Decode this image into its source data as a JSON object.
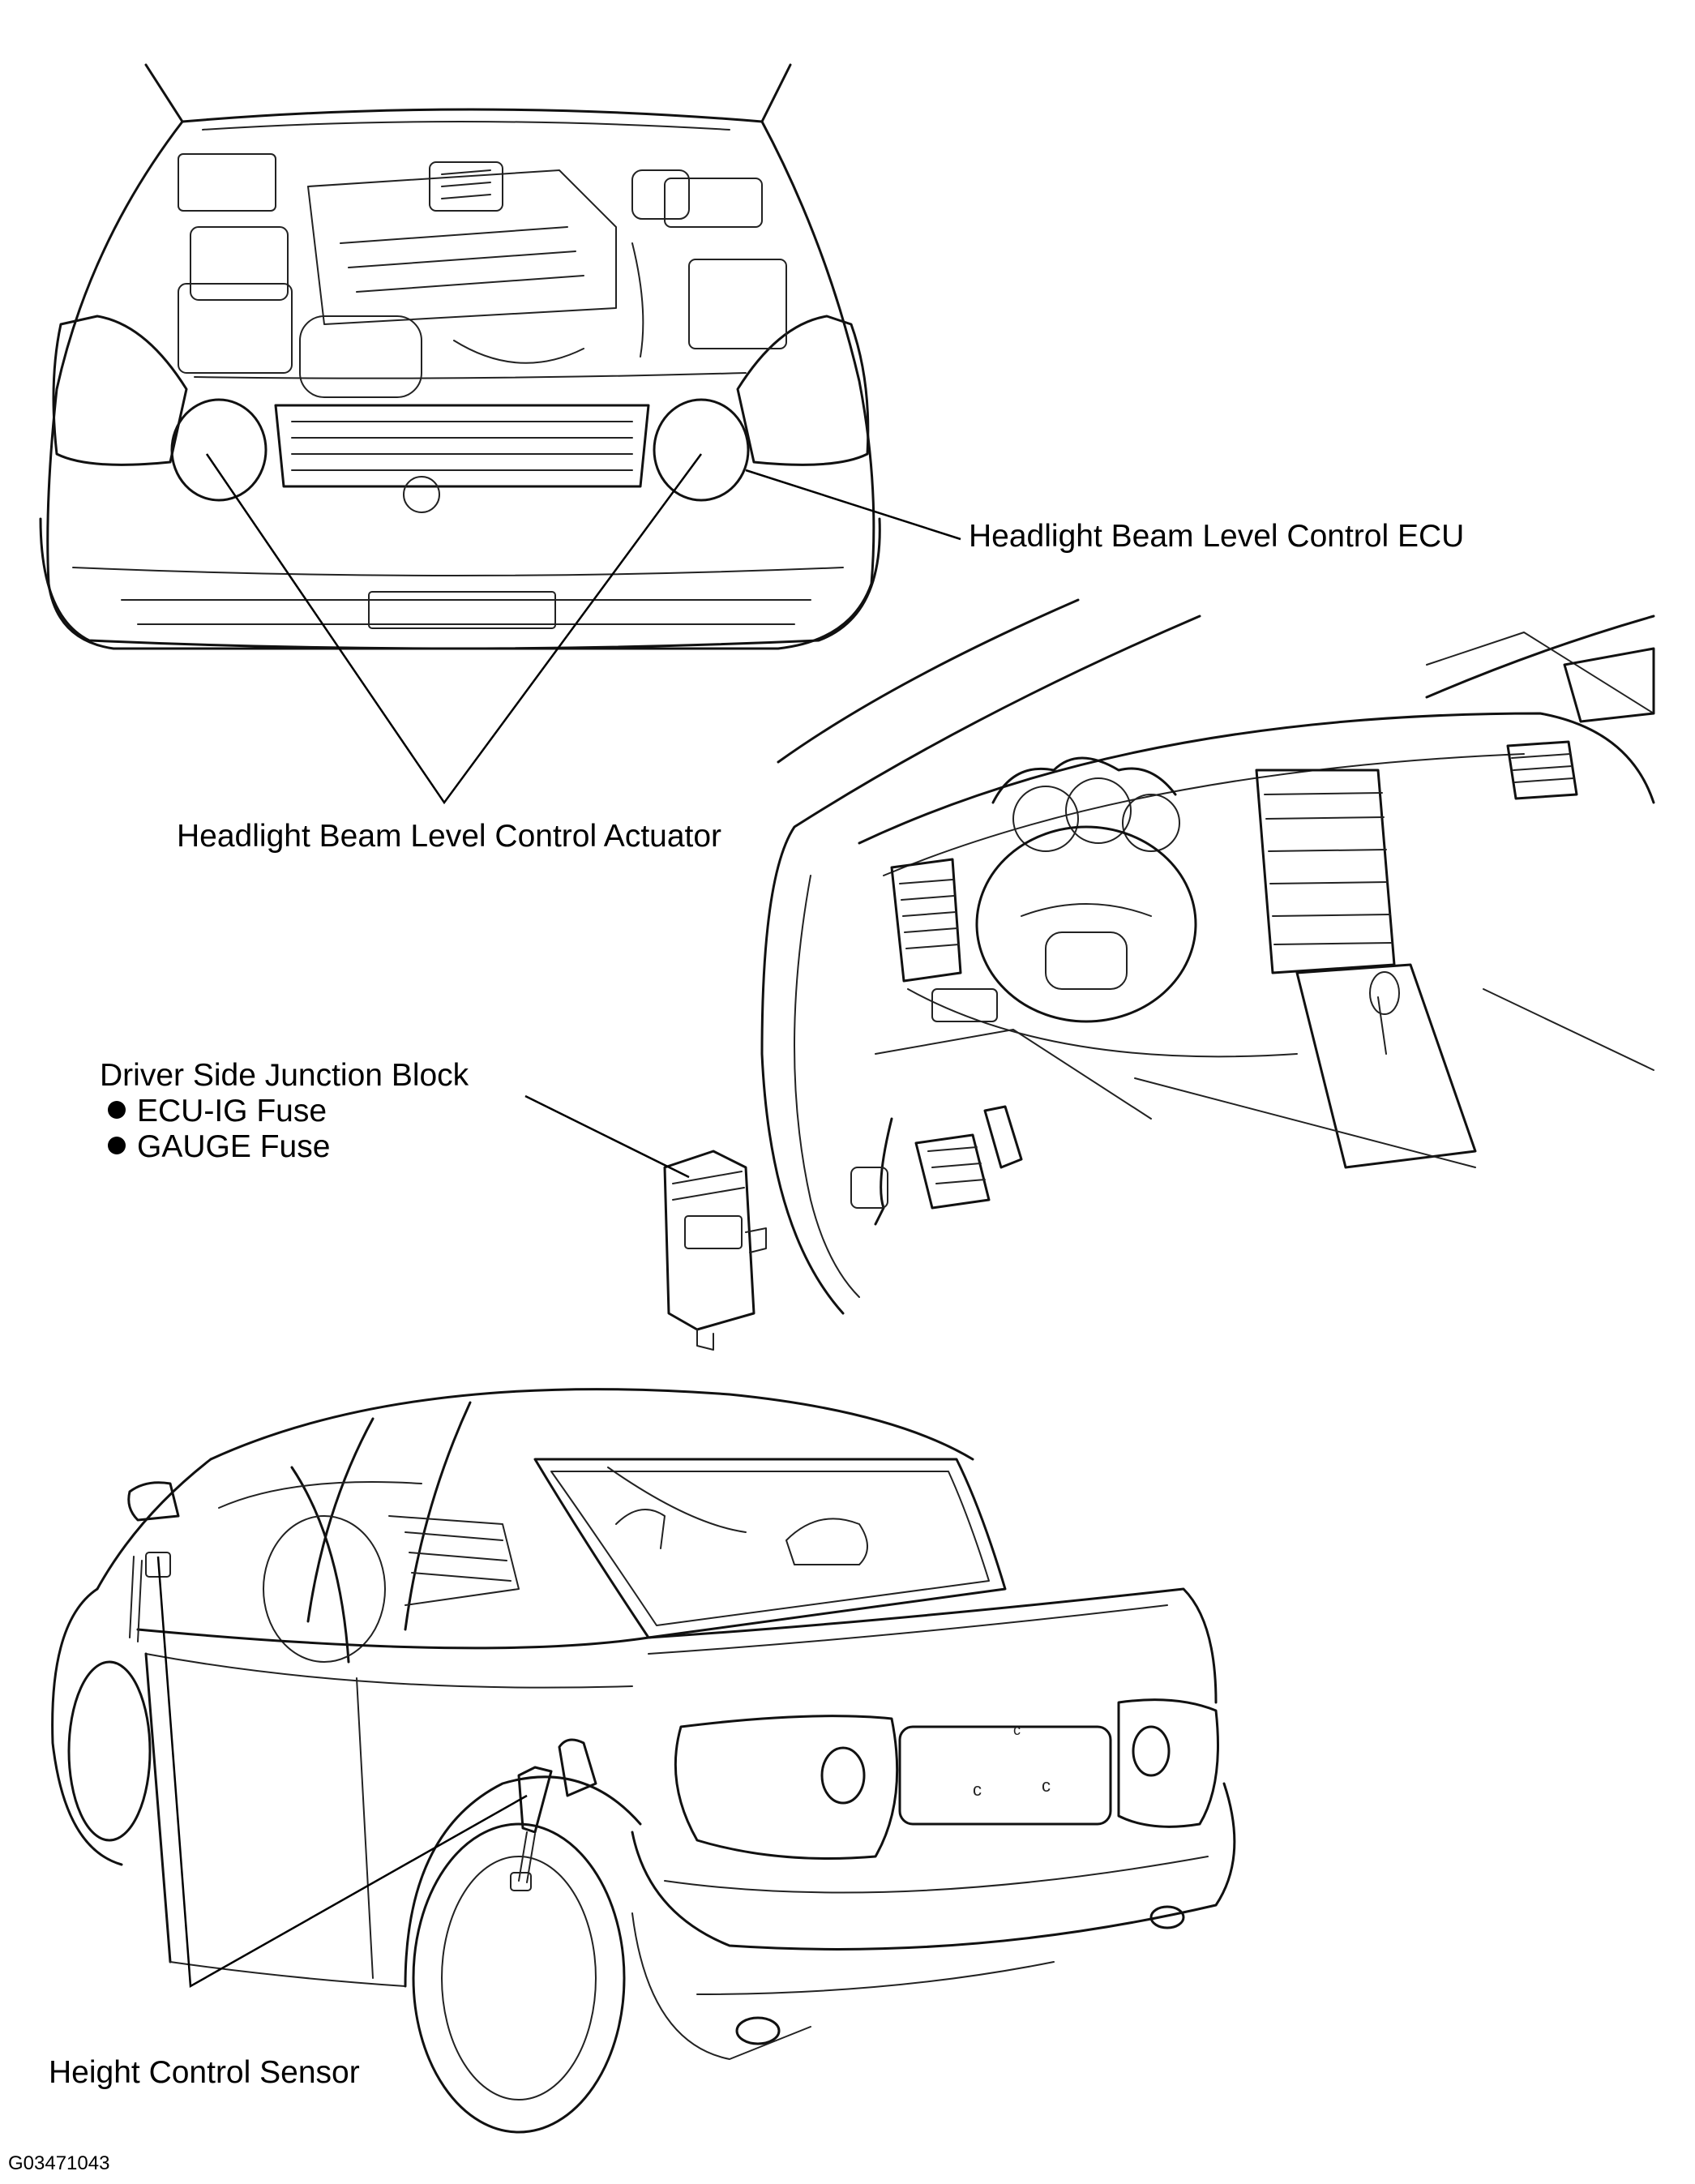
{
  "labels": {
    "ecu": "Headlight Beam Level Control ECU",
    "actuator": "Headlight Beam Level Control Actuator",
    "junction_title": "Driver Side Junction Block",
    "junction_items": [
      "ECU-IG Fuse",
      "GAUGE Fuse"
    ],
    "height_sensor": "Height Control Sensor",
    "figure_id": "G03471043"
  },
  "icons": {
    "bullet": "filled-circle"
  },
  "colors": {
    "ink": "#000000",
    "background": "#ffffff"
  }
}
